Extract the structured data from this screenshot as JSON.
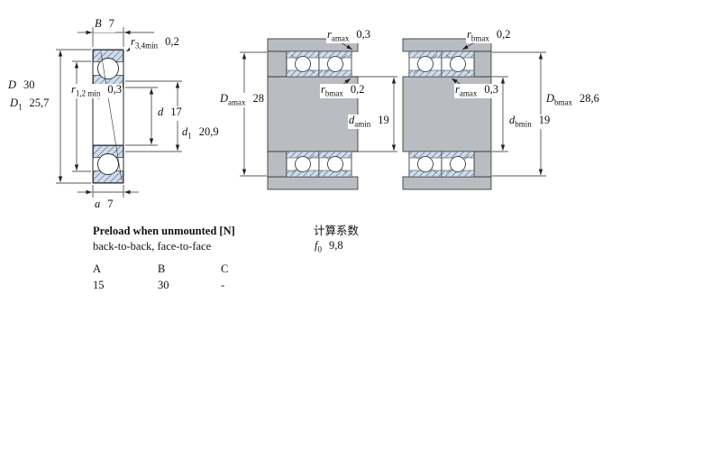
{
  "colors": {
    "ring_fill": "#cfdded",
    "steel_grey": "#b9bdc1",
    "line": "#222222"
  },
  "bearing_drawing": {
    "dims": {
      "B": {
        "symbol": "B",
        "value": "7"
      },
      "r34": {
        "symbol": "r",
        "sub": "3,4min",
        "value": "0,2"
      },
      "D": {
        "symbol": "D",
        "value": "30"
      },
      "r12": {
        "symbol": "r",
        "sub": "1,2 min",
        "value": "0,3"
      },
      "D1": {
        "symbol": "D",
        "sub": "1",
        "value": "25,7"
      },
      "d": {
        "symbol": "d",
        "value": "17"
      },
      "d1": {
        "symbol": "d",
        "sub": "1",
        "value": "20,9"
      },
      "a": {
        "symbol": "a",
        "value": "7"
      }
    }
  },
  "arrangement_a": {
    "dims": {
      "ramax": {
        "symbol": "r",
        "sub": "amax",
        "value": "0,3"
      },
      "rbmax": {
        "symbol": "r",
        "sub": "bmax",
        "value": "0,2"
      },
      "Damax": {
        "symbol": "D",
        "sub": "amax",
        "value": "28"
      },
      "damin": {
        "symbol": "d",
        "sub": "amin",
        "value": "19"
      }
    }
  },
  "arrangement_b": {
    "dims": {
      "rbmax": {
        "symbol": "r",
        "sub": "bmax",
        "value": "0,2"
      },
      "ramax": {
        "symbol": "r",
        "sub": "amax",
        "value": "0,3"
      },
      "Dbmax": {
        "symbol": "D",
        "sub": "bmax",
        "value": "28,6"
      },
      "dbmin": {
        "symbol": "d",
        "sub": "bmin",
        "value": "19"
      }
    }
  },
  "preload": {
    "title": "Preload when unmounted [N]",
    "subtitle": "back-to-back, face-to-face",
    "columns": [
      "A",
      "B",
      "C"
    ],
    "values": [
      "15",
      "30",
      "-"
    ]
  },
  "calculation": {
    "title": "计算系数",
    "f0": {
      "symbol": "f",
      "sub": "0",
      "value": "9,8"
    }
  }
}
